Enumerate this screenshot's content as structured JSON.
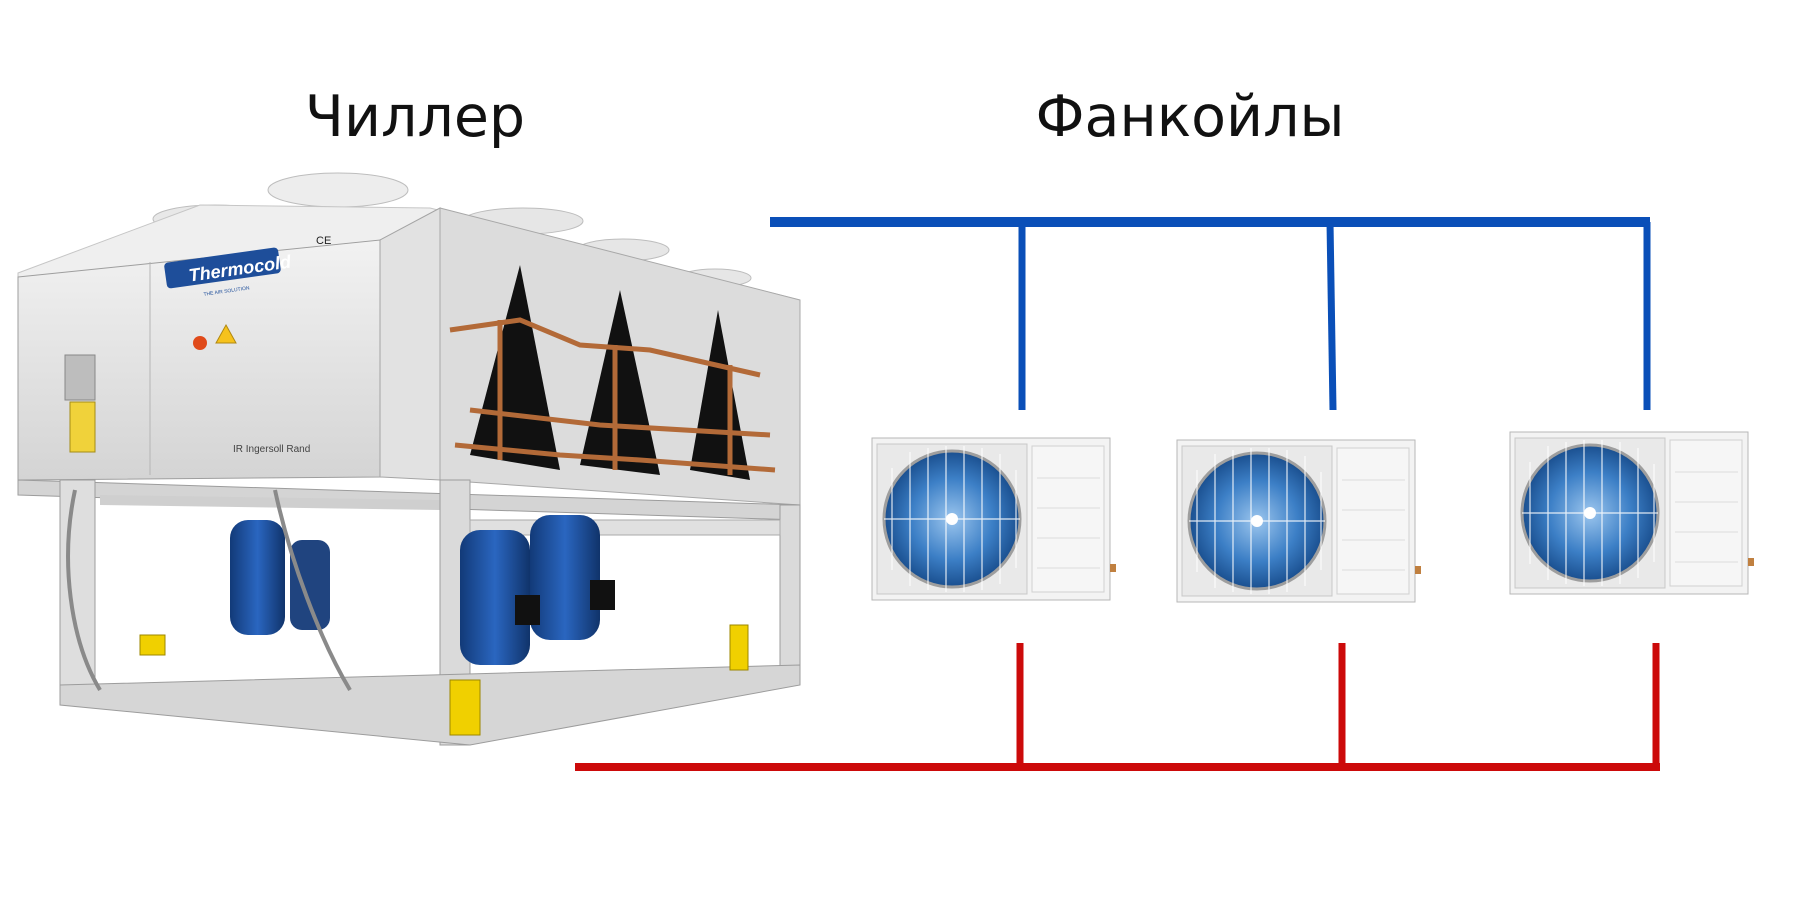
{
  "titles": {
    "chiller": "Чиллер",
    "fancoils": "Фанкойлы"
  },
  "chiller": {
    "brand_logo": "Thermocold",
    "brand_tagline": "THE AIR SOLUTION",
    "manufacturer_logo": "IR Ingersoll Rand",
    "mark": "CE"
  },
  "fancoils": [
    {},
    {},
    {}
  ],
  "colors": {
    "supply": "#0a4fb8",
    "return": "#cc0a0a",
    "unit_body": "#ececec",
    "fan": "#2e6fb7",
    "chiller_body": "#dedede",
    "compressor": "#1d4f9c"
  }
}
